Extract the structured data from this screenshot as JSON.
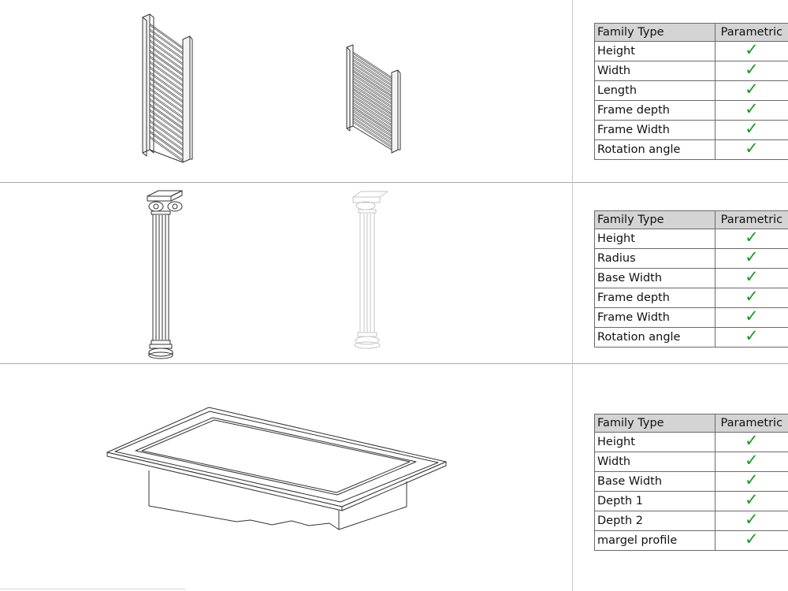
{
  "tables": [
    {
      "header": [
        "Family Type",
        "Parametric"
      ],
      "rows": [
        {
          "label": "Height",
          "check": "✓"
        },
        {
          "label": "Width",
          "check": "✓"
        },
        {
          "label": "Length",
          "check": "✓"
        },
        {
          "label": "Frame depth",
          "check": "✓"
        },
        {
          "label": "Frame Width",
          "check": "✓"
        },
        {
          "label": "Rotation angle",
          "check": "✓"
        }
      ]
    },
    {
      "header": [
        "Family Type",
        "Parametric"
      ],
      "rows": [
        {
          "label": "Height",
          "check": "✓"
        },
        {
          "label": "Radius",
          "check": "✓"
        },
        {
          "label": "Base Width",
          "check": "✓"
        },
        {
          "label": "Frame depth",
          "check": "✓"
        },
        {
          "label": "Frame Width",
          "check": "✓"
        },
        {
          "label": "Rotation angle",
          "check": "✓"
        }
      ]
    },
    {
      "header": [
        "Family Type",
        "Parametric"
      ],
      "rows": [
        {
          "label": "Height",
          "check": "✓"
        },
        {
          "label": "Width",
          "check": "✓"
        },
        {
          "label": "Base Width",
          "check": "✓"
        },
        {
          "label": "Depth 1",
          "check": "✓"
        },
        {
          "label": "Depth 2",
          "check": "✓"
        },
        {
          "label": "margel profile",
          "check": "✓"
        }
      ]
    }
  ],
  "colors": {
    "check": "#1c9a1c",
    "header_fill": "#d4d4d4",
    "grid": "#a9a9a9"
  },
  "drawings": [
    "louvered-shutter-tall",
    "louvered-shutter-short",
    "ionic-column",
    "ionic-column-faded",
    "coffered-ceiling-panel"
  ]
}
